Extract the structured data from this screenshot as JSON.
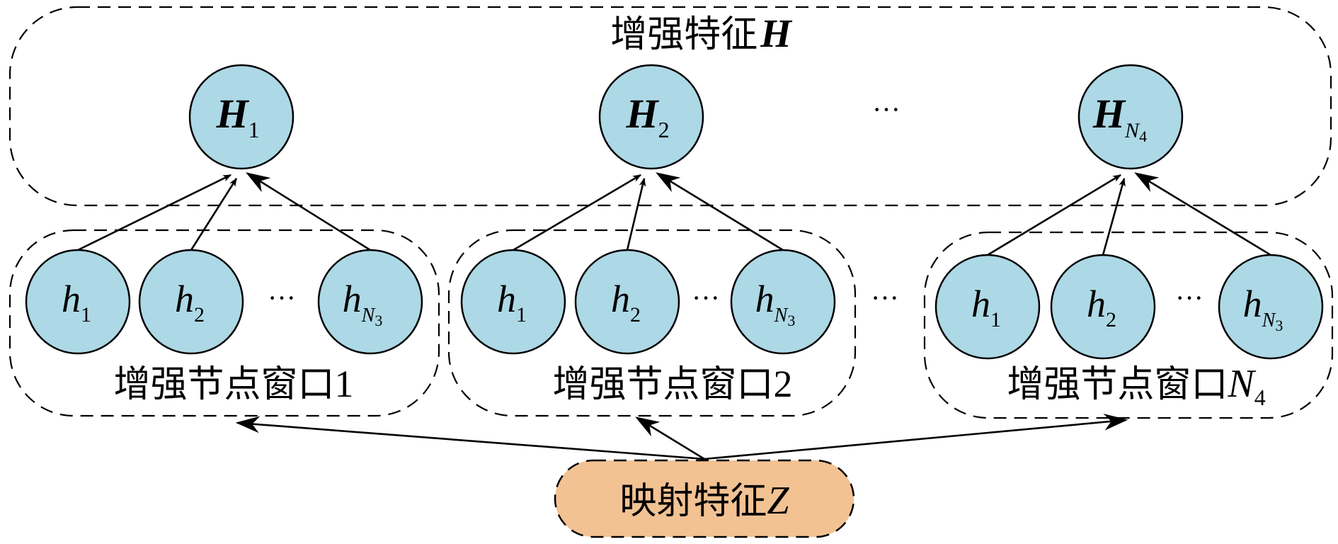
{
  "enhanced_group": {
    "title_cn": "增强特征",
    "title_sym": "H",
    "nodes": [
      {
        "sym": "H",
        "sub": "1"
      },
      {
        "sym": "H",
        "sub": "2"
      },
      {
        "sym": "H",
        "sub": "N4",
        "sub_base": "N",
        "sub_sub": "4"
      }
    ],
    "ellipsis": "···"
  },
  "windows": [
    {
      "label_cn": "增强节点窗口",
      "label_idx": "1",
      "nodes": [
        {
          "sym": "h",
          "sub": "1"
        },
        {
          "sym": "h",
          "sub": "2"
        },
        {
          "sym": "h",
          "sub_base": "N",
          "sub_sub": "3"
        }
      ],
      "ellipsis": "···"
    },
    {
      "label_cn": "增强节点窗口",
      "label_idx": "2",
      "nodes": [
        {
          "sym": "h",
          "sub": "1"
        },
        {
          "sym": "h",
          "sub": "2"
        },
        {
          "sym": "h",
          "sub_base": "N",
          "sub_sub": "3"
        }
      ],
      "ellipsis": "···"
    },
    {
      "label_cn": "增强节点窗口",
      "label_idx_base": "N",
      "label_idx_sub": "4",
      "nodes": [
        {
          "sym": "h",
          "sub": "1"
        },
        {
          "sym": "h",
          "sub": "2"
        },
        {
          "sym": "h",
          "sub_base": "N",
          "sub_sub": "3"
        }
      ],
      "ellipsis": "···"
    }
  ],
  "between_windows_ellipsis": "···",
  "mapped_feature": {
    "label_cn": "映射特征",
    "label_sym": "Z"
  },
  "colors": {
    "node_fill": "#ADD8E6",
    "mapped_fill": "#F2C293",
    "stroke": "#000000"
  }
}
